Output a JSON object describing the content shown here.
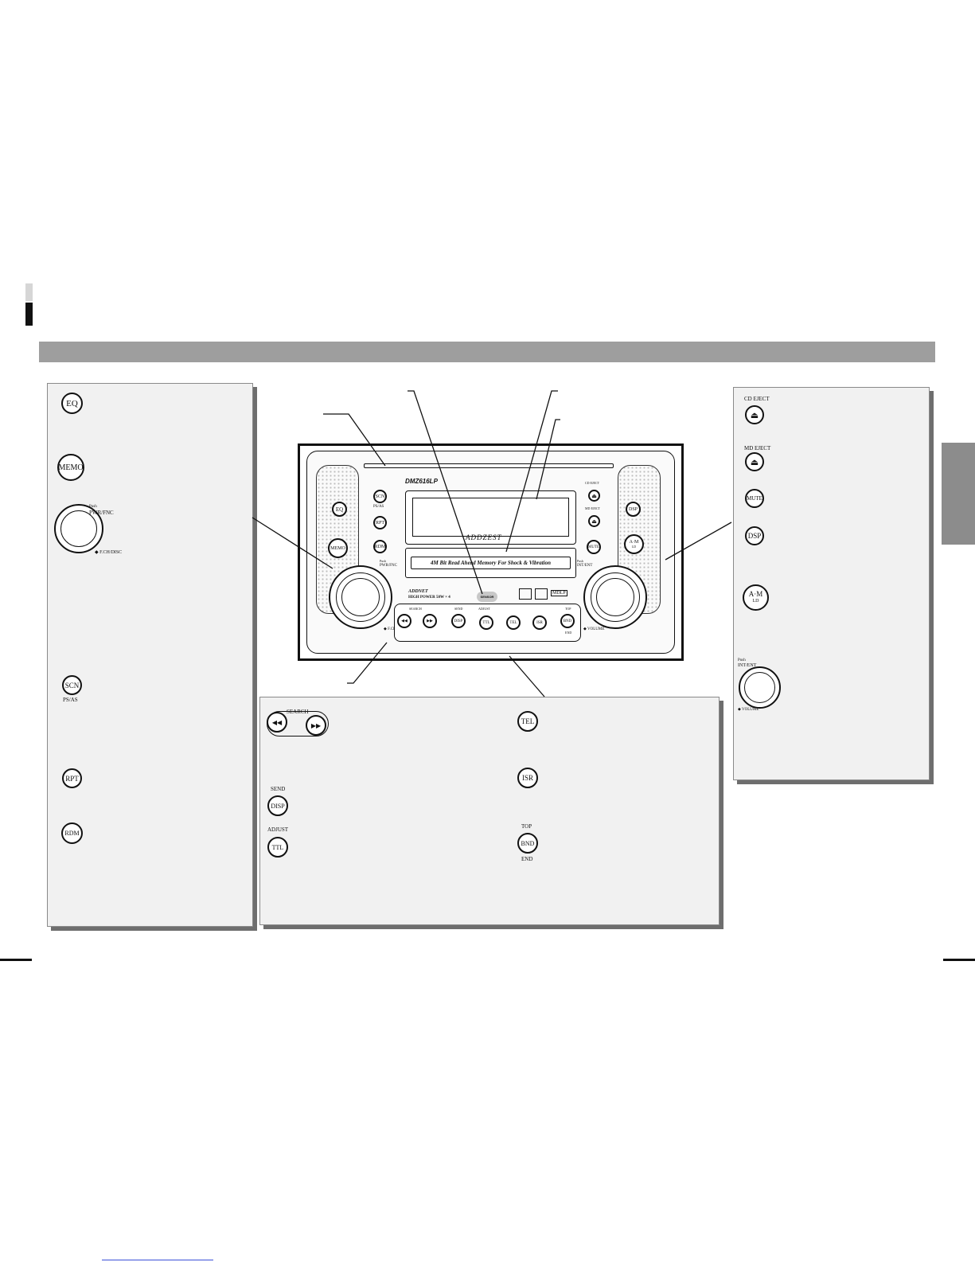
{
  "colors": {
    "header_bar": "#9e9e9e",
    "side_tab": "#8c8c8c",
    "panel_bg": "#f1f1f1",
    "ink": "#111111"
  },
  "left_panel": {
    "eq": "EQ",
    "memo": "MEMO",
    "dial_push": "Push",
    "dial_top": "PWR/FNC",
    "dial_bottom": "◆ F.CH/DISC",
    "scn": "SCN",
    "scn_sub": "PS/AS",
    "rpt": "RPT",
    "rdm": "RDM"
  },
  "unit": {
    "model": "DMZ616LP",
    "brand": "ADDZEST",
    "banner": "4M Bit Read Ahead Memory For Shock & Vibration",
    "power": "HIGH POWER 50W × 4",
    "net": "ADDNET",
    "sensor": "SENSOR",
    "md_lp": "MDLP",
    "eq": "EQ",
    "memo": "MEMO",
    "scn": "SCN",
    "ps_as": "PS/AS",
    "rpt": "RPT",
    "rdm": "RDM",
    "push_l": "Push",
    "pwr_fnc": "PWR/FNC",
    "fch_disc": "◆ F.CH/DISC",
    "cd_eject": "CD EJECT",
    "md_eject": "MD EJECT",
    "mute": "MUTE",
    "dsp": "DSP",
    "am": "A·M",
    "ld": "LD",
    "push_r": "Push",
    "intent": "INT/ENT",
    "volume": "◆ VOLUME",
    "search": "SEARCH",
    "send": "SEND",
    "disp": "DISP",
    "adjust": "ADJUST",
    "ttl": "TTL",
    "tel": "TEL",
    "isr": "ISR",
    "top": "TOP",
    "bnd": "BND",
    "end": "END",
    "eject_symbol": "⏏",
    "rew_symbol": "◀◀",
    "ff_symbol": "▶▶"
  },
  "right_panel": {
    "cd_eject": "CD EJECT",
    "md_eject": "MD EJECT",
    "mute": "MUTE",
    "dsp": "DSP",
    "am": "A·M",
    "ld": "LD",
    "dial_push": "Push",
    "dial_top": "INT/ENT",
    "dial_bottom": "◆ VOLUME"
  },
  "bottom_panel": {
    "search": "SEARCH",
    "send": "SEND",
    "disp": "DISP",
    "adjust": "ADJUST",
    "ttl": "TTL",
    "tel": "TEL",
    "isr": "ISR",
    "top": "TOP",
    "bnd": "BND",
    "end": "END"
  },
  "icons": [
    "eject-icon",
    "rewind-icon",
    "fast-forward-icon"
  ]
}
